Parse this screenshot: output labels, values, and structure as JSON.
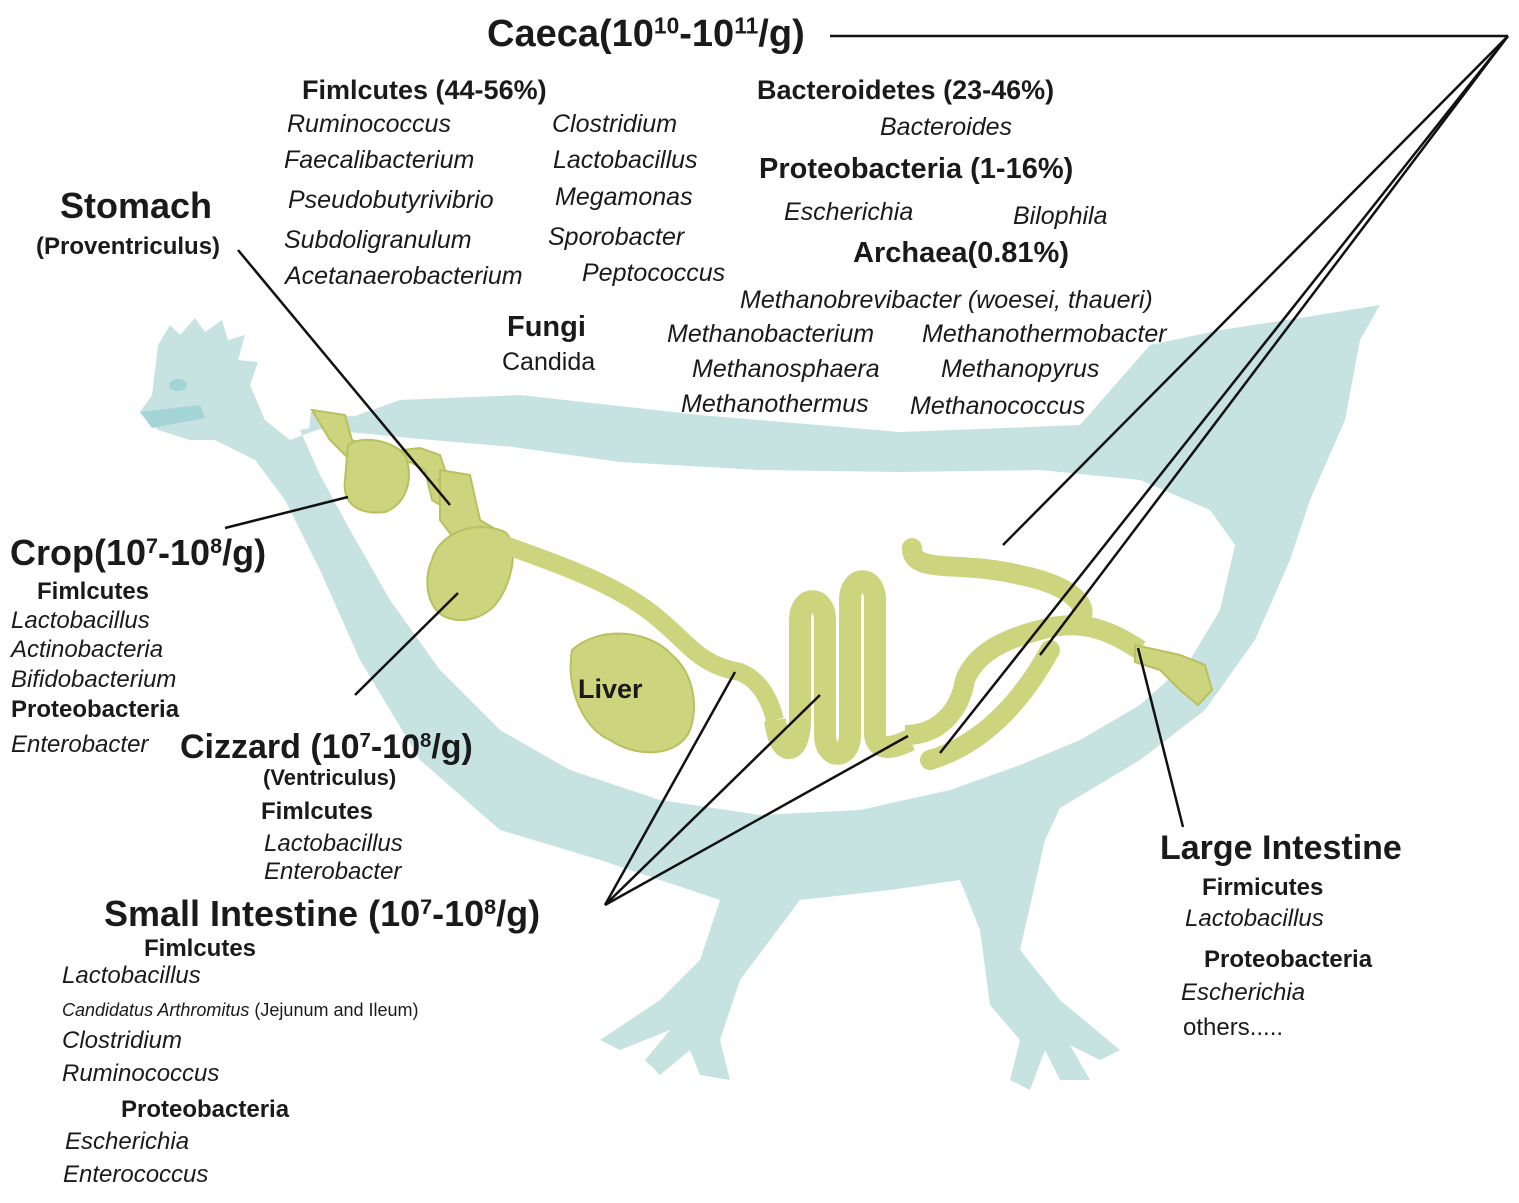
{
  "caeca": {
    "title_pre": "Caeca(10",
    "sup1": "10",
    "title_mid": "-10",
    "sup2": "11",
    "title_post": "/g)",
    "firmicutes": "Fimlcutes (44-56%)",
    "genera_left": [
      "Ruminococcus",
      "Faecalibacterium",
      "Pseudobutyrivibrio",
      "Subdoligranulum",
      "Acetanaerobacterium"
    ],
    "genera_right": [
      "Clostridium",
      "Lactobacillus",
      "Megamonas",
      "Sporobacter",
      "Peptococcus"
    ],
    "bacteroidetes": "Bacteroidetes (23-46%)",
    "bacteroides": "Bacteroides",
    "proteobacteria": "Proteobacteria (1-16%)",
    "escherichia": "Escherichia",
    "bilophila": "Bilophila",
    "archaea": "Archaea(0.81%)",
    "methanobrevibacter": "Methanobrevibacter (woesei, thaueri)",
    "archaea_left": [
      "Methanobacterium",
      "Methanosphaera",
      "Methanothermus"
    ],
    "archaea_right": [
      "Methanothermobacter",
      "Methanopyrus",
      "Methanococcus"
    ],
    "fungi": "Fungi",
    "candida": "Candida"
  },
  "stomach": {
    "title": "Stomach",
    "subtitle": "(Proventriculus)"
  },
  "crop": {
    "title_pre": "Crop(10",
    "sup1": "7",
    "title_mid": "-10",
    "sup2": "8",
    "title_post": "/g)",
    "firmicutes": "Fimlcutes",
    "lactobacillus": "Lactobacillus",
    "actinobacteria": "Actinobacteria",
    "bifidobacterium": "Bifidobacterium",
    "proteobacteria": "Proteobacteria",
    "enterobacter": "Enterobacter"
  },
  "gizzard": {
    "title_pre": "Cizzard (10",
    "sup1": "7",
    "title_mid": "-10",
    "sup2": "8",
    "title_post": "/g)",
    "subtitle": "(Ventriculus)",
    "firmicutes": "Fimlcutes",
    "lactobacillus": "Lactobacillus",
    "enterobacter": "Enterobacter"
  },
  "liver": {
    "label": "Liver"
  },
  "small_intestine": {
    "title_pre": "Small Intestine (10",
    "sup1": "7",
    "title_mid": "-10",
    "sup2": "8",
    "title_post": "/g)",
    "firmicutes": "Fimlcutes",
    "lactobacillus": "Lactobacillus",
    "candidatus": "Candidatus Arthromitus",
    "candidatus_note": " (Jejunum and Ileum)",
    "clostridium": "Clostridium",
    "ruminococcus": "Ruminococcus",
    "proteobacteria": "Proteobacteria",
    "escherichia": "Escherichia",
    "enterococcus": "Enterococcus"
  },
  "large_intestine": {
    "title": "Large Intestine",
    "firmicutes": "Firmicutes",
    "lactobacillus": "Lactobacillus",
    "proteobacteria": "Proteobacteria",
    "escherichia": "Escherichia",
    "others": "others....."
  },
  "colors": {
    "body": "#c6e3e1",
    "gut": "#cdd47e",
    "gut_edge": "#b9c060",
    "line": "#111111",
    "beak": "#a3d4d6"
  }
}
